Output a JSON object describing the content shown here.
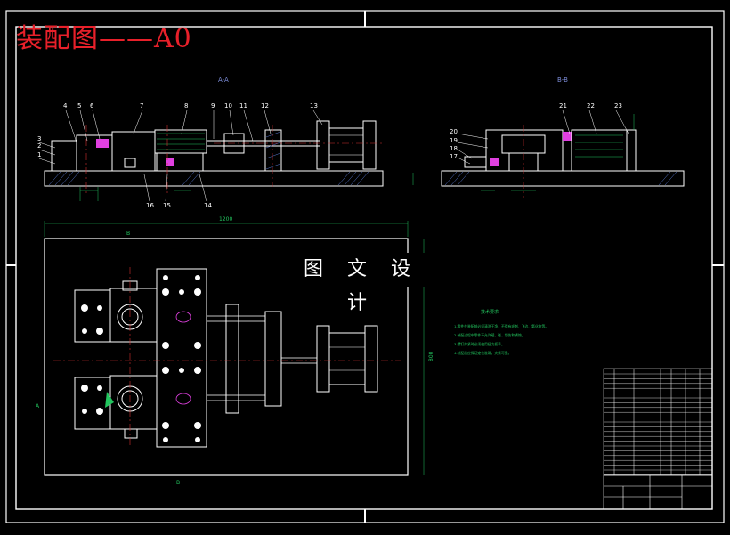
{
  "header": {
    "title": "装配图——A0"
  },
  "watermark": {
    "text": "图 文 设 计"
  },
  "views": {
    "section_aa": {
      "label": "A-A"
    },
    "section_bb": {
      "label": "B-B"
    },
    "plan": {
      "label_a": "A",
      "label_b": "B",
      "label_b2": "B"
    }
  },
  "part_numbers": {
    "left_top": [
      "4",
      "5",
      "6",
      "7",
      "8",
      "9",
      "10",
      "11",
      "12",
      "13"
    ],
    "left_side": [
      "3",
      "2",
      "1"
    ],
    "left_bottom": [
      "16",
      "15",
      "14"
    ],
    "right_top": [
      "21",
      "22",
      "23"
    ],
    "right_side": [
      "20",
      "19",
      "18",
      "17"
    ]
  },
  "dimensions": {
    "overall_length": "1200",
    "overall_width": "800"
  },
  "notes": {
    "heading": "技术要求",
    "lines": [
      "1.零件在装配前必须清洗干净，不得有毛刺、飞边、氧化皮等。",
      "2.装配过程中零件不允许磕、碰、划伤和锈蚀。",
      "3.螺钉拧紧时必须使用扭力扳手。",
      "4.装配后应保证定位准确，夹紧可靠。"
    ]
  },
  "colors": {
    "background": "#000000",
    "line": "#ffffff",
    "title": "#e8202a",
    "dimension": "#22c55e",
    "hatch": "#5a7bd6",
    "accent": "#e040e0",
    "centerline": "#d23030"
  }
}
